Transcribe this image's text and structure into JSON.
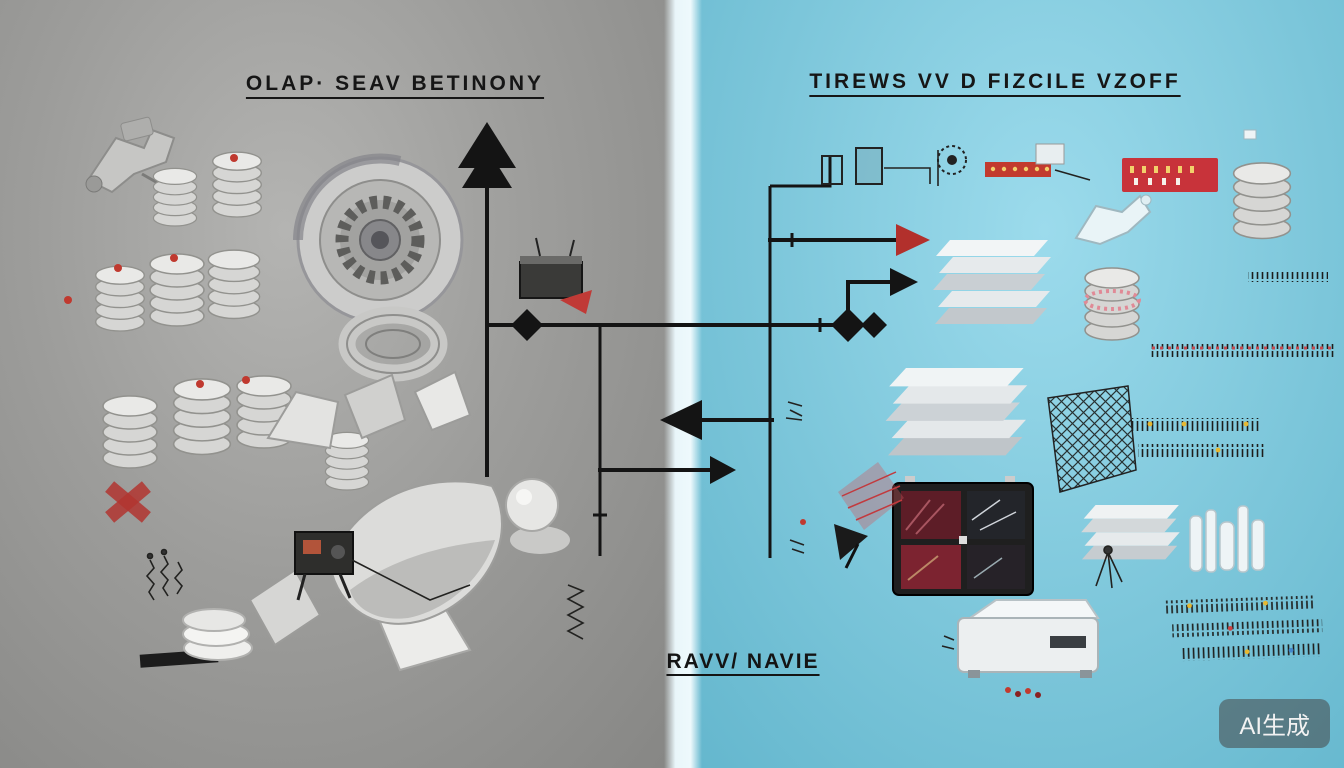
{
  "labels": {
    "left_title": "OLAP· SEAV BETINONY",
    "right_title": "TIREWS VV D FIZCILE VZOFF",
    "bottom_label": "RAVV/ NAVIE"
  },
  "watermark": {
    "text": "AI生成"
  },
  "colors": {
    "left_background": "#9a9a98",
    "right_background": "#7cc6da",
    "divider": "#e9f6fa",
    "flow_line": "#141414",
    "accent_red": "#c03a36"
  }
}
